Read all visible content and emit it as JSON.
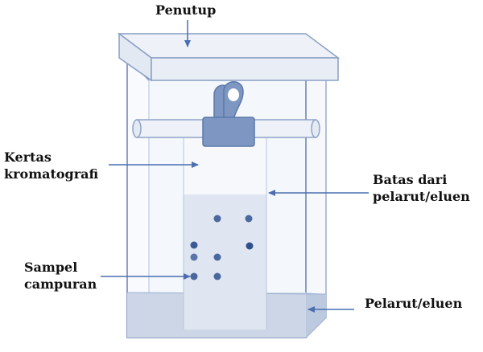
{
  "labels": {
    "lid": "Penutup",
    "paper": [
      "Kertas",
      "kromatografi"
    ],
    "solvent_front": [
      "Batas dari",
      "pelarut/eluen"
    ],
    "sample": [
      "Sampel",
      "campuran"
    ],
    "solvent": "Pelarut/eluen"
  },
  "colors": {
    "glass_edge": "#8a9fc4",
    "glass_fill": "#f3f6fb",
    "rod": "#eef2f8",
    "clip": "#7d97c2",
    "paper_top": "#f6f8fc",
    "paper_wet": "#dfe6f1",
    "solvent": "#ccd6e6",
    "spot": "#3f5f9a",
    "arrow": "#4a6eb0",
    "text": "#111111"
  },
  "spots_visible": 8
}
